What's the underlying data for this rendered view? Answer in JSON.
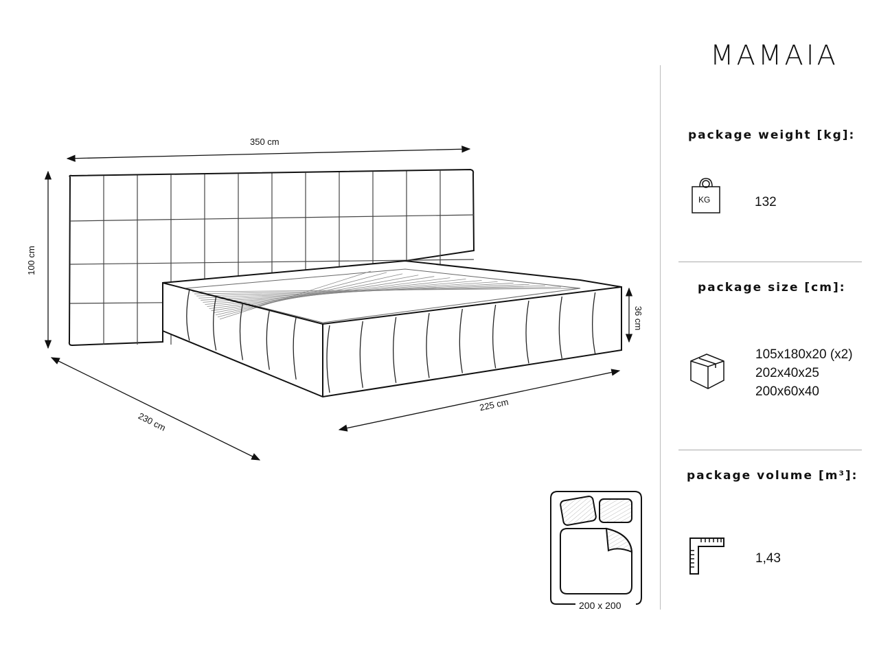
{
  "product_name": "MAMAIA",
  "dimensions": {
    "width": "350 cm",
    "height": "100 cm",
    "depth": "230 cm",
    "length": "225 cm",
    "frame_height": "36 cm",
    "mattress": "200 x 200"
  },
  "package_weight": {
    "label": "package weight [kg]:",
    "icon": "weight-kg-icon",
    "icon_text": "KG",
    "value": "132"
  },
  "package_size": {
    "label": "package size [cm]:",
    "icon": "box-icon",
    "values": [
      "105x180x20 (x2)",
      "202x40x25",
      "200x60x40"
    ]
  },
  "package_volume": {
    "label": "package volume [m³]:",
    "icon": "ruler-icon",
    "value": "1,43"
  }
}
